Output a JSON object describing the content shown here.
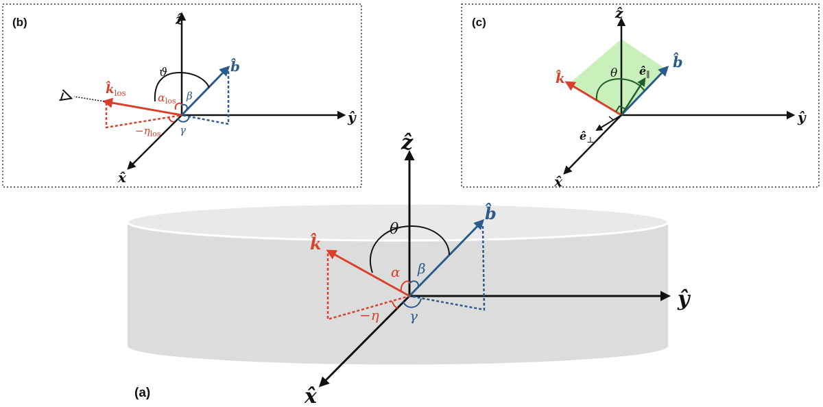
{
  "colors": {
    "axis": "#111111",
    "k_vector": "#d8402b",
    "b_vector": "#2a5b8c",
    "angle_arc": "#111111",
    "e_parallel": "#1f5e2c",
    "plane_fill": "#c9efbb",
    "disk_fill": "#dcdcdc",
    "disk_top": "#e9e9e9"
  },
  "icons": {
    "observer": "eye-icon"
  },
  "panels": {
    "a": {
      "label": "(a)",
      "axes": {
        "x": "x̂",
        "y": "ŷ",
        "z": "ẑ"
      },
      "vectors": {
        "k": "k̂",
        "b": "b̂"
      },
      "angles": {
        "theta": "θ",
        "alpha": "α",
        "beta": "β",
        "gamma": "γ",
        "eta": "−η"
      }
    },
    "b": {
      "label": "(b)",
      "axes": {
        "x": "x̂",
        "y": "ŷ",
        "z": "ẑ"
      },
      "vectors": {
        "k": "k̂",
        "k_sub": "los",
        "b": "b̂"
      },
      "angles": {
        "vartheta": "ϑ",
        "alpha": "α",
        "alpha_sub": "los",
        "beta": "β",
        "gamma": "γ",
        "eta": "−η",
        "eta_sub": "los"
      }
    },
    "c": {
      "label": "(c)",
      "axes": {
        "x": "x̂",
        "y": "ŷ",
        "z": "ẑ"
      },
      "vectors": {
        "k": "k̂",
        "b": "b̂",
        "e_par": "ê",
        "e_par_sub": "∥",
        "e_perp": "ê",
        "e_perp_sub": "⊥"
      },
      "angles": {
        "theta": "θ"
      }
    }
  }
}
